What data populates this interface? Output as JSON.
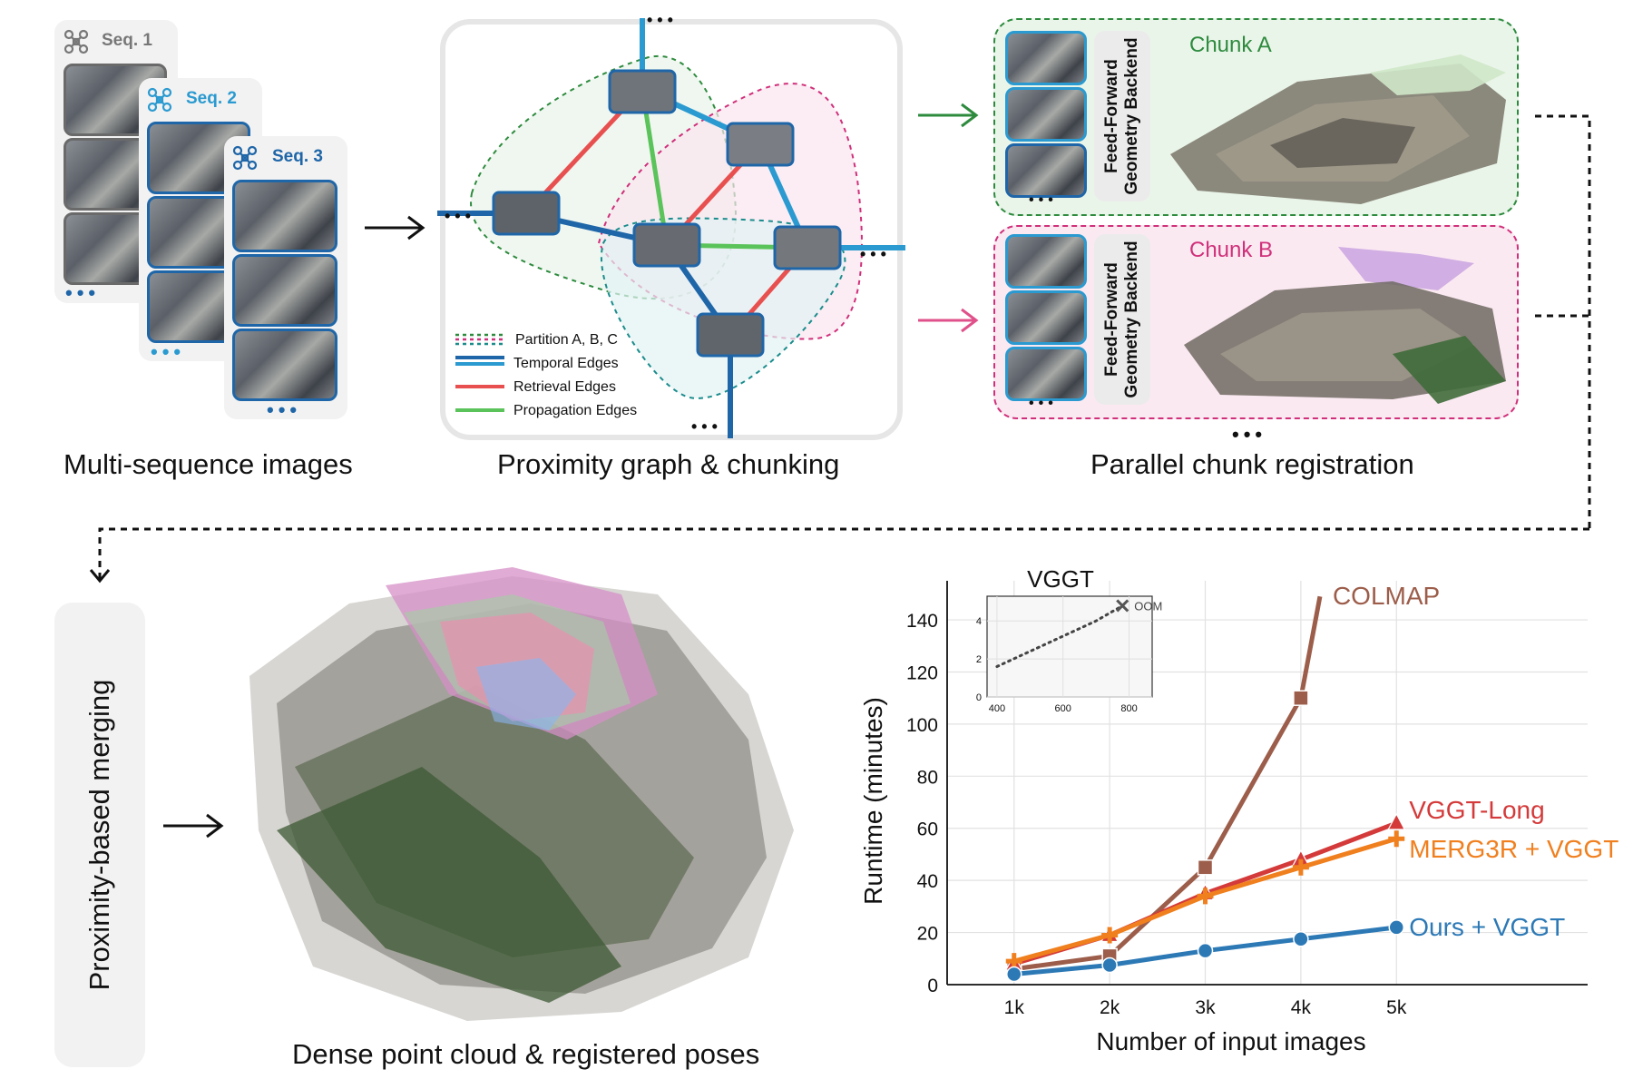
{
  "captions": {
    "multi_sequence": "Multi-sequence images",
    "proximity_graph": "Proximity graph & chunking",
    "parallel_registration": "Parallel chunk registration",
    "dense_cloud": "Dense point cloud & registered poses"
  },
  "sequences": [
    {
      "label": "Seq. 1",
      "color": "#777777"
    },
    {
      "label": "Seq. 2",
      "color": "#2a9ad0"
    },
    {
      "label": "Seq. 3",
      "color": "#1f66a8"
    }
  ],
  "ellipsis": "•••",
  "graph_legend": {
    "partition": "Partition A, B, C",
    "temporal": "Temporal Edges",
    "retrieval": "Retrieval Edges",
    "propagation": "Propagation Edges"
  },
  "chunks": [
    {
      "label": "Chunk A",
      "color": "#2e8b3e",
      "bg": "#eaf5ea",
      "border": "#2e8b3e"
    },
    {
      "label": "Chunk B",
      "color": "#d0307a",
      "bg": "#fbe9f2",
      "border": "#d0307a"
    }
  ],
  "backend_label_line1": "Feed-Forward",
  "backend_label_line2": "Geometry Backend",
  "merge_label": "Proximity-based merging",
  "chart_data": {
    "type": "line",
    "xlabel": "Number of input images",
    "ylabel": "Runtime (minutes)",
    "categories": [
      "1k",
      "2k",
      "3k",
      "4k",
      "5k"
    ],
    "x": [
      1,
      2,
      3,
      4,
      5
    ],
    "ylim": [
      0,
      155
    ],
    "yticks": [
      0,
      20,
      40,
      60,
      80,
      100,
      120,
      140
    ],
    "grid": true,
    "series": [
      {
        "name": "COLMAP",
        "color": "#9c5d4a",
        "marker": "square",
        "x": [
          1,
          2,
          3,
          4,
          4.2
        ],
        "values": [
          6,
          11,
          45,
          110,
          149
        ]
      },
      {
        "name": "VGGT-Long",
        "color": "#d43a3a",
        "marker": "triangle",
        "x": [
          1,
          2,
          3,
          4,
          5
        ],
        "values": [
          8,
          19,
          35,
          48,
          62
        ]
      },
      {
        "name": "MERG3R + VGGT",
        "color": "#f07f1e",
        "marker": "plus",
        "x": [
          1,
          2,
          3,
          4,
          5
        ],
        "values": [
          9,
          19,
          34,
          45,
          56
        ]
      },
      {
        "name": "Ours + VGGT",
        "color": "#2c79b6",
        "marker": "circle",
        "x": [
          1,
          2,
          3,
          4,
          5
        ],
        "values": [
          4,
          7.5,
          13,
          17.5,
          22
        ]
      }
    ],
    "inset": {
      "title": "VGGT",
      "x": [
        400,
        500,
        600,
        700,
        780
      ],
      "values": [
        1.6,
        2.4,
        3.2,
        4.0,
        4.8
      ],
      "xticks": [
        400,
        600,
        800
      ],
      "yticks": [
        0,
        2,
        4
      ],
      "xlim": [
        370,
        870
      ],
      "ylim": [
        0,
        5.3
      ],
      "oom_label": "OOM"
    }
  }
}
